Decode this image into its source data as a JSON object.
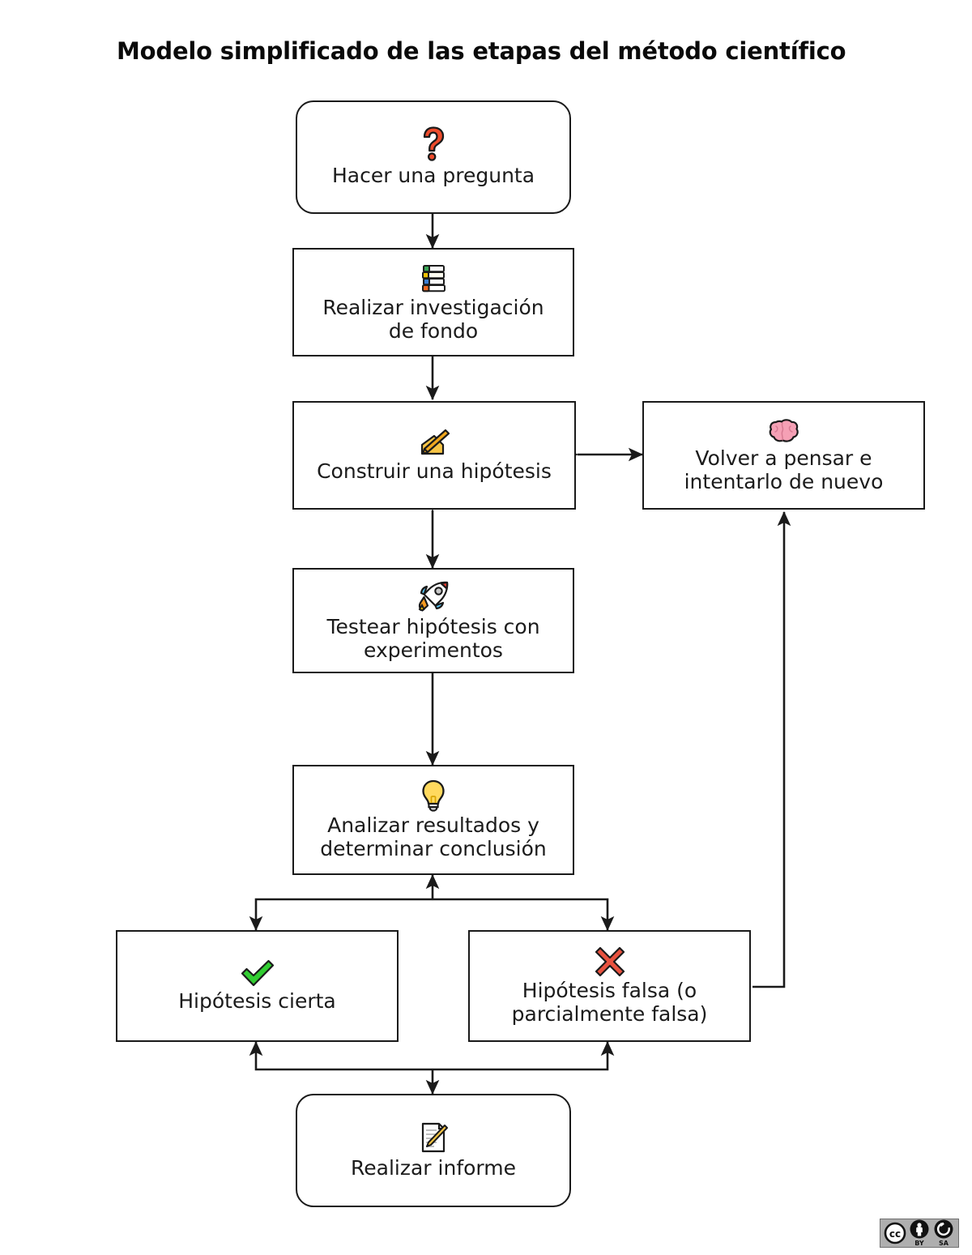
{
  "title": "Modelo simplificado de las etapas del método científico",
  "colors": {
    "stroke": "#1a1a1a",
    "box_fill": "#ffffff",
    "question_red": "#ee4b2b",
    "check_green": "#32cd32",
    "cross_red": "#e8523f",
    "bulb_yellow": "#ffd95e",
    "brain_pink": "#f5a0b5",
    "pencil_yellow": "#f6c445",
    "book_green": "#3aa757",
    "book_yellow": "#f2c200",
    "book_blue": "#3b7fd4",
    "book_orange": "#ef6820",
    "badge_gray": "#aeaeae"
  },
  "nodes": [
    {
      "id": "ask",
      "label": "Hacer una pregunta",
      "icon": "question-mark-icon",
      "shape": "rounded"
    },
    {
      "id": "research",
      "label": "Realizar investigación\nde fondo",
      "icon": "books-icon",
      "shape": "rect"
    },
    {
      "id": "hypothesis",
      "label": "Construir una hipótesis",
      "icon": "writing-hand-icon",
      "shape": "rect"
    },
    {
      "id": "rethink",
      "label": "Volver a pensar e\nintentarlo de nuevo",
      "icon": "brain-icon",
      "shape": "rect"
    },
    {
      "id": "test",
      "label": "Testear hipótesis con\nexperimentos",
      "icon": "rocket-icon",
      "shape": "rect"
    },
    {
      "id": "analyze",
      "label": "Analizar resultados y\ndeterminar conclusión",
      "icon": "light-bulb-icon",
      "shape": "rect"
    },
    {
      "id": "true",
      "label": "Hipótesis cierta",
      "icon": "check-mark-icon",
      "shape": "rect"
    },
    {
      "id": "false",
      "label": "Hipótesis falsa (o\nparcialmente falsa)",
      "icon": "cross-mark-icon",
      "shape": "rect"
    },
    {
      "id": "report",
      "label": "Realizar informe",
      "icon": "memo-icon",
      "shape": "rounded"
    }
  ],
  "license": {
    "name": "cc-by-sa-license-badge",
    "cc_label": "cc",
    "by_label": "BY",
    "sa_label": "SA"
  }
}
